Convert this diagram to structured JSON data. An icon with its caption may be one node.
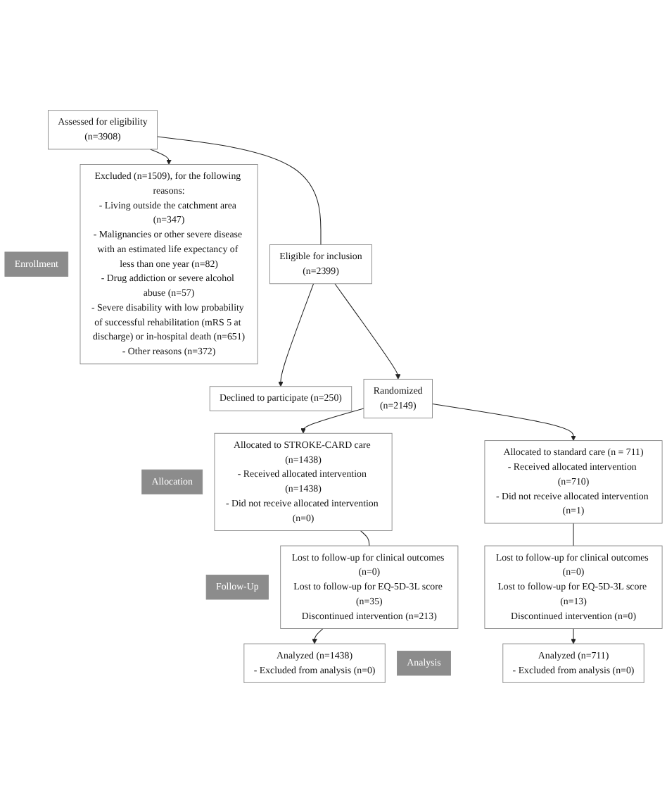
{
  "diagram": {
    "nodes": [
      {
        "text": [
          "Enrollment"
        ]
      },
      {
        "text": [
          "Assessed for eligibility",
          "(n=3908)"
        ]
      },
      {
        "text": [
          "Excluded (n=1509), for the following reasons:",
          "- Living outside the catchment area (n=347)",
          "- Malignancies or other severe disease with an estimated life expectancy of less than one year (n=82)",
          "- Drug addiction or severe alcohol abuse (n=57)",
          "- Severe disability with low probability of successful rehabilitation (mRS 5 at discharge) or in-hospital death (n=651)",
          "- Other reasons (n=372)"
        ]
      },
      {
        "text": [
          "Eligible for inclusion",
          "(n=2399)"
        ]
      },
      {
        "text": [
          "Declined to participate (n=250)"
        ]
      },
      {
        "text": [
          "Randomized",
          "(n=2149)"
        ]
      },
      {
        "text": [
          "Allocation"
        ]
      },
      {
        "text": [
          "Allocated to STROKE-CARD care (n=1438)",
          "- Received allocated intervention (n=1438)",
          "- Did not receive allocated intervention (n=0)"
        ]
      },
      {
        "text": [
          "Allocated to standard care (n = 711)",
          "- Received allocated intervention (n=710)",
          "- Did not receive allocated intervention (n=1)"
        ]
      },
      {
        "text": [
          "Follow-Up"
        ]
      },
      {
        "text": [
          "Lost to follow-up for clinical outcomes (n=0)",
          "Lost to follow-up for EQ-5D-3L score (n=35)",
          "Discontinued intervention (n=213)"
        ]
      },
      {
        "text": [
          "Lost to follow-up for clinical outcomes (n=0)",
          "Lost to follow-up for EQ-5D-3L score (n=13)",
          "Discontinued intervention (n=0)"
        ]
      },
      {
        "text": [
          "Analysis"
        ]
      },
      {
        "text": [
          "Analyzed (n=1438)",
          "- Excluded from analysis (n=0)"
        ]
      },
      {
        "text": [
          "Analyzed (n=711)",
          "- Excluded from analysis (n=0)"
        ]
      }
    ],
    "edges": [
      {
        "from": 1,
        "to": 3,
        "arrow": "none"
      },
      {
        "from": 1,
        "to": 2,
        "arrow": "to"
      },
      {
        "from": 3,
        "to": 5,
        "arrow": "to"
      },
      {
        "from": 3,
        "to": 4,
        "arrow": "to"
      },
      {
        "from": 5,
        "to": 7,
        "arrow": "to"
      },
      {
        "from": 5,
        "to": 8,
        "arrow": "to"
      },
      {
        "from": 7,
        "to": 10,
        "arrow": "none"
      },
      {
        "from": 8,
        "to": 11,
        "arrow": "none"
      },
      {
        "from": 10,
        "to": 13,
        "arrow": "to"
      },
      {
        "from": 11,
        "to": 14,
        "arrow": "to"
      }
    ]
  }
}
